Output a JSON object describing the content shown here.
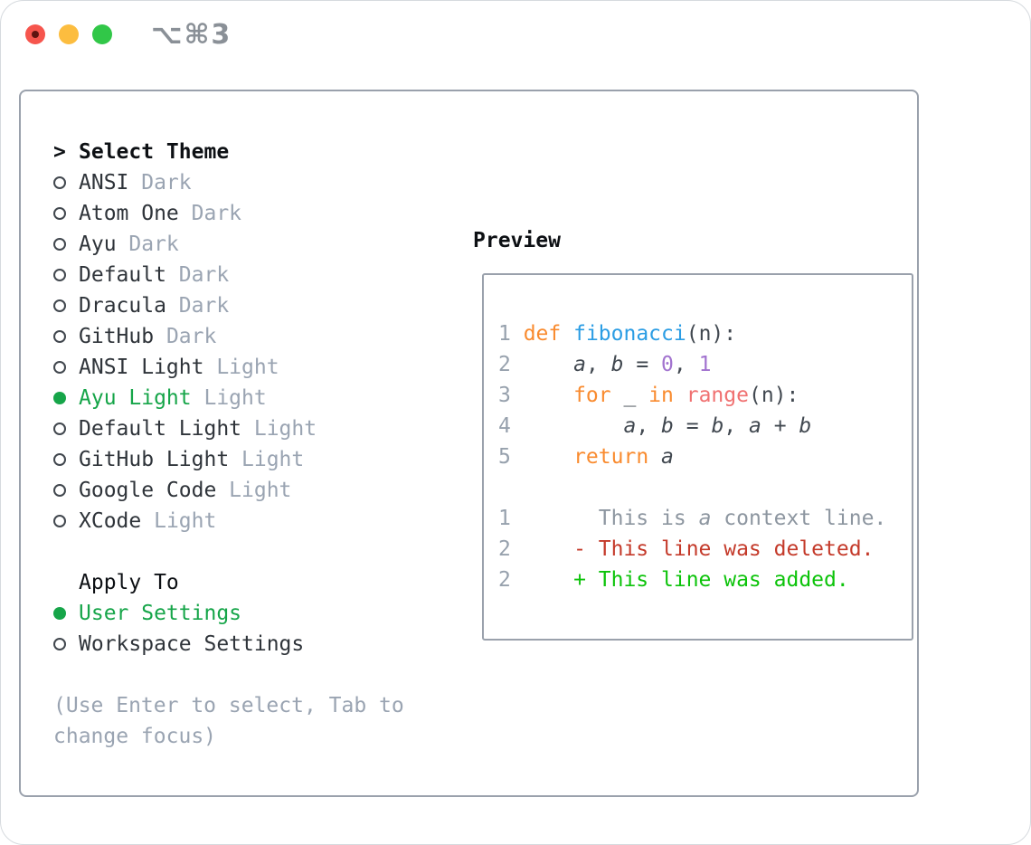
{
  "window": {
    "shortcut_label": "⌥⌘3",
    "traffic_lights": [
      "close",
      "minimize",
      "zoom"
    ]
  },
  "theme_panel": {
    "header": {
      "prompt": ">",
      "title": "Select Theme"
    },
    "items": [
      {
        "name": "ANSI",
        "variant": "Dark",
        "selected": false
      },
      {
        "name": "Atom One",
        "variant": "Dark",
        "selected": false
      },
      {
        "name": "Ayu",
        "variant": "Dark",
        "selected": false
      },
      {
        "name": "Default",
        "variant": "Dark",
        "selected": false
      },
      {
        "name": "Dracula",
        "variant": "Dark",
        "selected": false
      },
      {
        "name": "GitHub",
        "variant": "Dark",
        "selected": false
      },
      {
        "name": "ANSI Light",
        "variant": "Light",
        "selected": false
      },
      {
        "name": "Ayu Light",
        "variant": "Light",
        "selected": true
      },
      {
        "name": "Default Light",
        "variant": "Light",
        "selected": false
      },
      {
        "name": "GitHub Light",
        "variant": "Light",
        "selected": false
      },
      {
        "name": "Google Code",
        "variant": "Light",
        "selected": false
      },
      {
        "name": "XCode",
        "variant": "Light",
        "selected": false
      }
    ],
    "apply_to": {
      "title": "Apply To",
      "options": [
        {
          "label": "User Settings",
          "selected": true
        },
        {
          "label": "Workspace Settings",
          "selected": false
        }
      ]
    },
    "help_lines": [
      "(Use Enter to select, Tab to",
      "change focus)"
    ]
  },
  "preview": {
    "title": "Preview",
    "lines": [
      {
        "kind": "code",
        "num": "1",
        "tokens": [
          {
            "t": "def",
            "c": "keyword"
          },
          {
            "t": " ",
            "c": "code"
          },
          {
            "t": "fibonacci",
            "c": "function"
          },
          {
            "t": "(n):",
            "c": "code"
          }
        ]
      },
      {
        "kind": "code",
        "num": "2",
        "tokens": [
          {
            "t": "    ",
            "c": "code"
          },
          {
            "t": "a",
            "c": "code",
            "i": true
          },
          {
            "t": ", ",
            "c": "code"
          },
          {
            "t": "b",
            "c": "code",
            "i": true
          },
          {
            "t": " = ",
            "c": "code"
          },
          {
            "t": "0",
            "c": "number"
          },
          {
            "t": ", ",
            "c": "code"
          },
          {
            "t": "1",
            "c": "number"
          }
        ]
      },
      {
        "kind": "code",
        "num": "3",
        "tokens": [
          {
            "t": "    ",
            "c": "code"
          },
          {
            "t": "for",
            "c": "keyword"
          },
          {
            "t": " _ ",
            "c": "code"
          },
          {
            "t": "in",
            "c": "keyword"
          },
          {
            "t": " ",
            "c": "code"
          },
          {
            "t": "range",
            "c": "call"
          },
          {
            "t": "(n):",
            "c": "code"
          }
        ]
      },
      {
        "kind": "code",
        "num": "4",
        "tokens": [
          {
            "t": "        ",
            "c": "code"
          },
          {
            "t": "a",
            "c": "code",
            "i": true
          },
          {
            "t": ", ",
            "c": "code"
          },
          {
            "t": "b",
            "c": "code",
            "i": true
          },
          {
            "t": " = ",
            "c": "code"
          },
          {
            "t": "b",
            "c": "code",
            "i": true
          },
          {
            "t": ", ",
            "c": "code"
          },
          {
            "t": "a",
            "c": "code",
            "i": true
          },
          {
            "t": " + ",
            "c": "code"
          },
          {
            "t": "b",
            "c": "code",
            "i": true
          }
        ]
      },
      {
        "kind": "code",
        "num": "5",
        "tokens": [
          {
            "t": "    ",
            "c": "code"
          },
          {
            "t": "return",
            "c": "keyword"
          },
          {
            "t": " ",
            "c": "code"
          },
          {
            "t": "a",
            "c": "code",
            "i": true
          }
        ]
      },
      {
        "kind": "blank",
        "num": "",
        "tokens": []
      },
      {
        "kind": "diff-context",
        "num": "1",
        "tokens": [
          {
            "t": "      This is ",
            "c": "context"
          },
          {
            "t": "a",
            "c": "context",
            "i": true
          },
          {
            "t": " context line.",
            "c": "context"
          }
        ]
      },
      {
        "kind": "diff-deleted",
        "num": "2",
        "tokens": [
          {
            "t": "    - This line was deleted.",
            "c": "deleted"
          }
        ]
      },
      {
        "kind": "diff-added",
        "num": "2",
        "tokens": [
          {
            "t": "    + This line was added.",
            "c": "added"
          }
        ]
      }
    ]
  },
  "colors": {
    "accent_green": "#16a549",
    "added": "#0cc30a",
    "deleted": "#c43a2a",
    "context": "#8d96a0",
    "keyword": "#f98b2f",
    "function": "#2b9de4",
    "number": "#a273cf",
    "call": "#f07171",
    "code": "#414850",
    "line_number": "#97a1ad",
    "name_text": "#2f343a",
    "variant_text": "#9aa4b2",
    "help_text": "#9aa4b2",
    "header_text": "#0d1014",
    "border": "#9aa1ac",
    "shortcut": "#8a9097",
    "traffic_red": "#f6554d",
    "traffic_red_dot": "#5f1410",
    "traffic_yellow": "#fcbd3f",
    "traffic_green": "#31c748"
  }
}
